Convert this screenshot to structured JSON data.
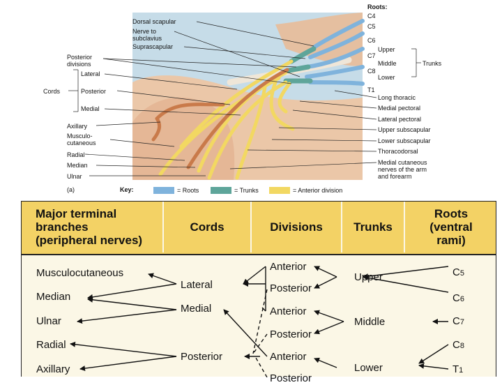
{
  "illustration": {
    "roots_heading": "Roots:",
    "nerve_labels": {
      "dorsal_scapular": "Dorsal scapular",
      "nerve_to_subclavius_1": "Nerve to",
      "nerve_to_subclavius_2": "subclavius",
      "suprascapular": "Suprascapular",
      "posterior_divisions_1": "Posterior",
      "posterior_divisions_2": "divisions",
      "lateral": "Lateral",
      "cords": "Cords",
      "posterior": "Posterior",
      "medial": "Medial",
      "axillary": "Axillary",
      "musculocutaneous_1": "Musculo-",
      "musculocutaneous_2": "cutaneous",
      "radial": "Radial",
      "median": "Median",
      "ulnar": "Ulnar",
      "panel_letter": "(a)"
    },
    "root_labels": {
      "c4": "C4",
      "c5": "C5",
      "c6": "C6",
      "c7": "C7",
      "c8": "C8",
      "t1": "T1"
    },
    "trunk_labels": {
      "upper": "Upper",
      "middle": "Middle",
      "lower": "Lower",
      "trunks": "Trunks"
    },
    "right_labels": {
      "long_thoracic": "Long thoracic",
      "medial_pectoral": "Medial pectoral",
      "lateral_pectoral": "Lateral pectoral",
      "upper_subscapular": "Upper subscapular",
      "lower_subscapular": "Lower subscapular",
      "thoracodorsal": "Thoracodorsal",
      "medial_cutaneous_1": "Medial cutaneous",
      "medial_cutaneous_2": "nerves of the arm",
      "medial_cutaneous_3": "and forearm"
    },
    "key": {
      "label": "Key:",
      "roots": "= Roots",
      "trunks": "= Trunks",
      "anterior_division": "= Anterior division"
    }
  },
  "chart": {
    "headers": {
      "branches_1": "Major terminal",
      "branches_2": "branches",
      "branches_3": "(peripheral nerves)",
      "cords": "Cords",
      "divisions": "Divisions",
      "trunks": "Trunks",
      "roots_1": "Roots",
      "roots_2": "(ventral",
      "roots_3": "rami)"
    },
    "branches": [
      "Musculocutaneous",
      "Median",
      "Ulnar",
      "Radial",
      "Axillary"
    ],
    "cords": [
      "Lateral",
      "Medial",
      "Posterior"
    ],
    "divisions": [
      "Anterior",
      "Posterior",
      "Anterior",
      "Posterior",
      "Anterior",
      "Posterior"
    ],
    "trunks": [
      "Upper",
      "Middle",
      "Lower"
    ],
    "roots": {
      "r1": "C",
      "r1n": "5",
      "r2": "C",
      "r2n": "6",
      "r3": "C",
      "r3n": "7",
      "r4": "C",
      "r4n": "8",
      "r5": "T",
      "r5n": "1"
    }
  },
  "colors": {
    "roots": "#7fb3dc",
    "trunks": "#5ea59a",
    "anterior_division": "#f2d862",
    "header": "#f3d265",
    "chart_bg": "#fbf7e6",
    "skin": "#ebc7a8",
    "muscle": "#d9a788",
    "bg_blue": "#c6dce8"
  }
}
